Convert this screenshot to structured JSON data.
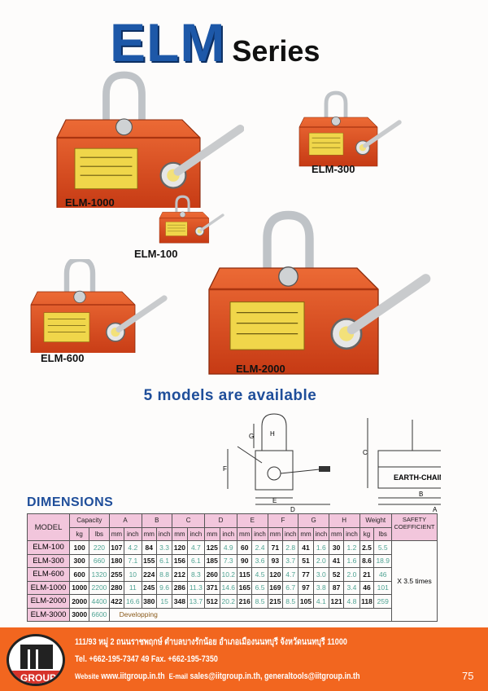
{
  "header": {
    "title_main": "ELM",
    "title_sub": "Series"
  },
  "products": [
    {
      "label": "ELM-1000"
    },
    {
      "label": "ELM-300"
    },
    {
      "label": "ELM-100"
    },
    {
      "label": "ELM-600"
    },
    {
      "label": "ELM-2000"
    }
  ],
  "tagline": "5 models are available",
  "diagram": {
    "labels": [
      "G",
      "H",
      "F",
      "E",
      "D",
      "C",
      "B",
      "A"
    ],
    "brand": "EARTH-CHAIN"
  },
  "dimensions": {
    "title": "DIMENSIONS",
    "headers": {
      "model": "MODEL",
      "capacity": "Capacity",
      "a": "A",
      "b": "B",
      "c": "C",
      "d": "D",
      "e": "E",
      "f": "F",
      "g": "G",
      "h": "H",
      "weight": "Weight",
      "safety": "SAFETY COEFFICIENT",
      "kg": "kg",
      "lbs": "lbs",
      "mm": "mm",
      "inch": "inch"
    },
    "safety_value": "X 3.5 times",
    "rows": [
      {
        "model": "ELM-100",
        "values": [
          "100",
          "220",
          "107",
          "4.2",
          "84",
          "3.3",
          "120",
          "4.7",
          "125",
          "4.9",
          "60",
          "2.4",
          "71",
          "2.8",
          "41",
          "1.6",
          "30",
          "1.2",
          "2.5",
          "5.5"
        ]
      },
      {
        "model": "ELM-300",
        "values": [
          "300",
          "660",
          "180",
          "7.1",
          "155",
          "6.1",
          "156",
          "6.1",
          "185",
          "7.3",
          "90",
          "3.6",
          "93",
          "3.7",
          "51",
          "2.0",
          "41",
          "1.6",
          "8.6",
          "18.9"
        ]
      },
      {
        "model": "ELM-600",
        "values": [
          "600",
          "1320",
          "255",
          "10",
          "224",
          "8.8",
          "212",
          "8.3",
          "260",
          "10.2",
          "115",
          "4.5",
          "120",
          "4.7",
          "77",
          "3.0",
          "52",
          "2.0",
          "21",
          "46"
        ]
      },
      {
        "model": "ELM-1000",
        "values": [
          "1000",
          "2200",
          "280",
          "11",
          "245",
          "9.6",
          "286",
          "11.3",
          "371",
          "14.6",
          "165",
          "6.5",
          "169",
          "6.7",
          "97",
          "3.8",
          "87",
          "3.4",
          "46",
          "101"
        ]
      },
      {
        "model": "ELM-2000",
        "values": [
          "2000",
          "4400",
          "422",
          "16.6",
          "380",
          "15",
          "348",
          "13.7",
          "512",
          "20.2",
          "216",
          "8.5",
          "215",
          "8.5",
          "105",
          "4.1",
          "121",
          "4.8",
          "118",
          "259"
        ]
      },
      {
        "model": "ELM-3000",
        "values": [
          "3000",
          "6600"
        ],
        "note": "Developping"
      }
    ]
  },
  "footer": {
    "logo_text": "GROUP",
    "address": "111/93 หมู่ 2  ถนนราชพฤกษ์  ตำบลบางรักน้อย   อำเภอเมืองนนทบุรี  จังหวัดนนทบุรี  11000",
    "phone": "Tel.  +662-195-7347  49    Fax.  +662-195-7350",
    "web_label": "Website",
    "web": "www.iitgroup.in.th",
    "email_label": "E-mail",
    "email": "sales@iitgroup.in.th,  generaltools@iitgroup.in.th",
    "page": "75"
  },
  "colors": {
    "accent": "#1d58a8",
    "header_pink": "#f2c6dc",
    "footer_orange": "#f2661f",
    "magnet_red": "#d9481e"
  }
}
